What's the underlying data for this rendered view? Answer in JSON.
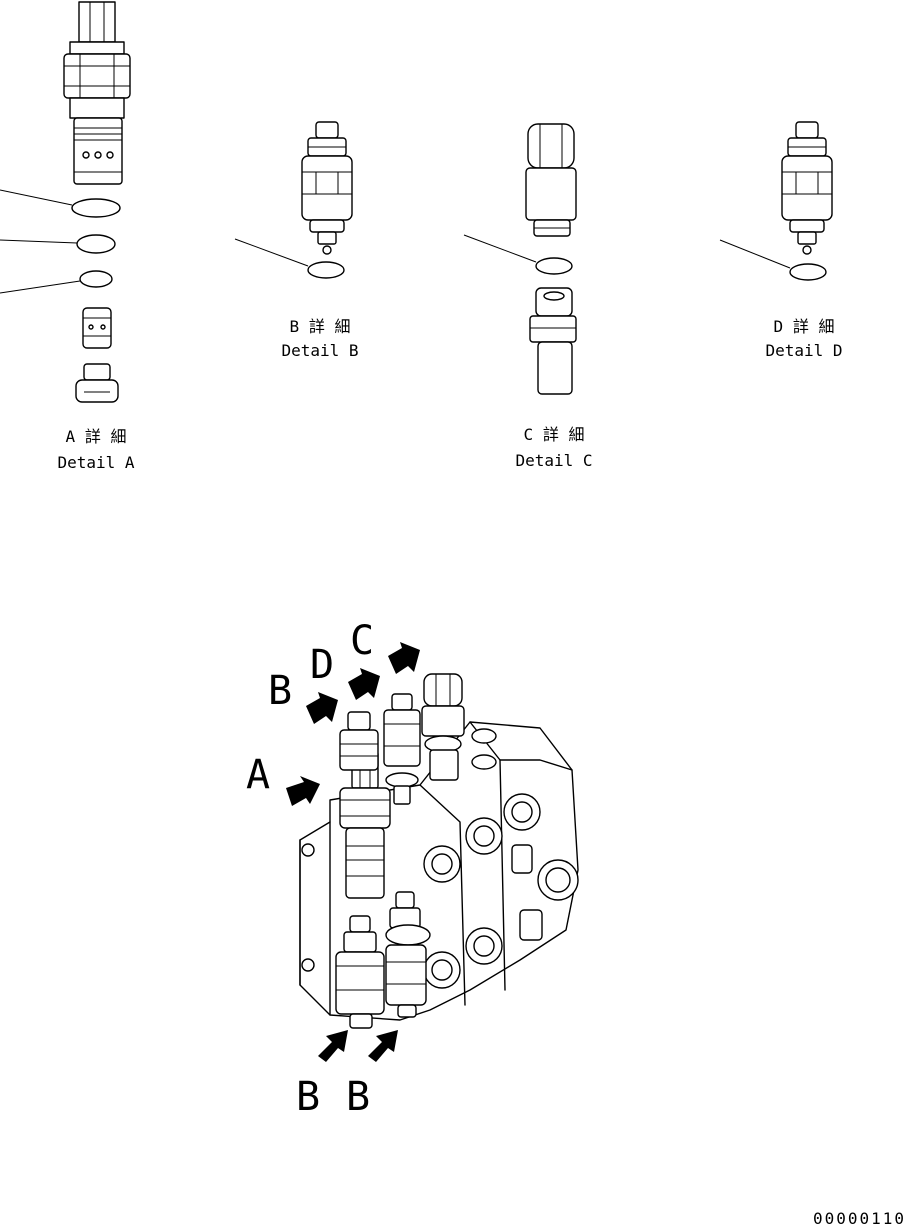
{
  "details": [
    {
      "id": "A",
      "label_jp": "A 詳 細",
      "label_en": "Detail A"
    },
    {
      "id": "B",
      "label_jp": "B 詳 細",
      "label_en": "Detail B"
    },
    {
      "id": "C",
      "label_jp": "C 詳 細",
      "label_en": "Detail C"
    },
    {
      "id": "D",
      "label_jp": "D 詳 細",
      "label_en": "Detail D"
    }
  ],
  "callouts": {
    "a": "A",
    "b_top": "B",
    "d": "D",
    "c": "C",
    "b_bottom_left": "B",
    "b_bottom_right": "B"
  },
  "drawing_number": "00000110"
}
